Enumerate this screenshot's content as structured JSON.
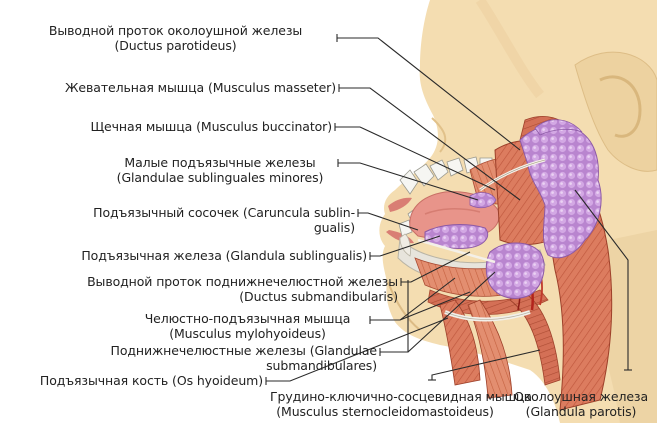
{
  "labels": {
    "parotid_duct": [
      "Выводной проток околоушной железы",
      "(Ductus parotideus)"
    ],
    "masseter": [
      "Жевательная мышца (Musculus masseter)"
    ],
    "buccinator": [
      "Щечная мышца (Musculus buccinator)"
    ],
    "minor_sublingual": [
      "Малые подъязычные железы",
      "(Glandulae sublinguales minores)"
    ],
    "caruncula": [
      "Подъязычный сосочек (Caruncula sublin-",
      "gualis)"
    ],
    "sublingual_gland": [
      "Подъязычная железа (Glandula sublingualis)"
    ],
    "submandibular_duct": [
      "Выводной проток поднижнечелюстной железы",
      "(Ductus submandibularis)"
    ],
    "mylohyoid": [
      "Челюстно-подъязычная мышца",
      "(Musculus mylohyoideus)"
    ],
    "submandibular_glands": [
      "Поднижнечелюстные железы (Glandulae",
      "submandibulares)"
    ],
    "hyoid": [
      "Подъязычная кость (Os hyoideum)"
    ],
    "sternocleido": [
      "Грудино-ключично-сосцевидная мышца",
      "(Musculus sternocleidomastoideus)"
    ],
    "parotid_gland": [
      "Околоушная железа",
      "(Glandula parotis)"
    ]
  },
  "colors": {
    "skin": "#f3dcae",
    "skin_shadow": "#e5c690",
    "muscle": "#d9745a",
    "muscle_light": "#ec9c80",
    "muscle_dark": "#b2462e",
    "gland": "#b97fd0",
    "gland_light": "#d2a6e2",
    "bone": "#e7e4dc",
    "tongue": "#e68f86",
    "leader": "#2a2a2a"
  }
}
